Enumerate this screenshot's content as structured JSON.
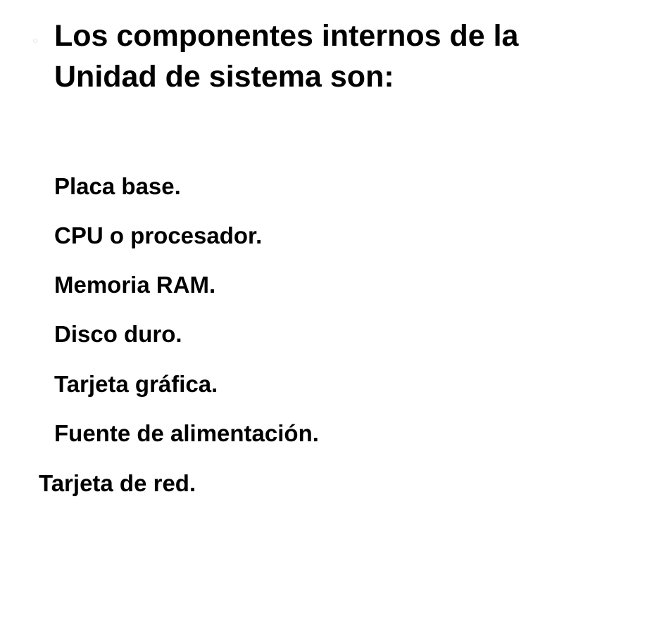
{
  "title": {
    "line1": "Los componentes internos de la",
    "line2": "Unidad de sistema son:"
  },
  "items": [
    "Placa base.",
    "CPU o procesador.",
    "Memoria RAM.",
    "Disco duro.",
    "Tarjeta gráfica.",
    "Fuente de alimentación.",
    "Tarjeta de red."
  ],
  "colors": {
    "text": "#000000",
    "background": "#ffffff",
    "bullet_mark": "#d9d9d9"
  }
}
